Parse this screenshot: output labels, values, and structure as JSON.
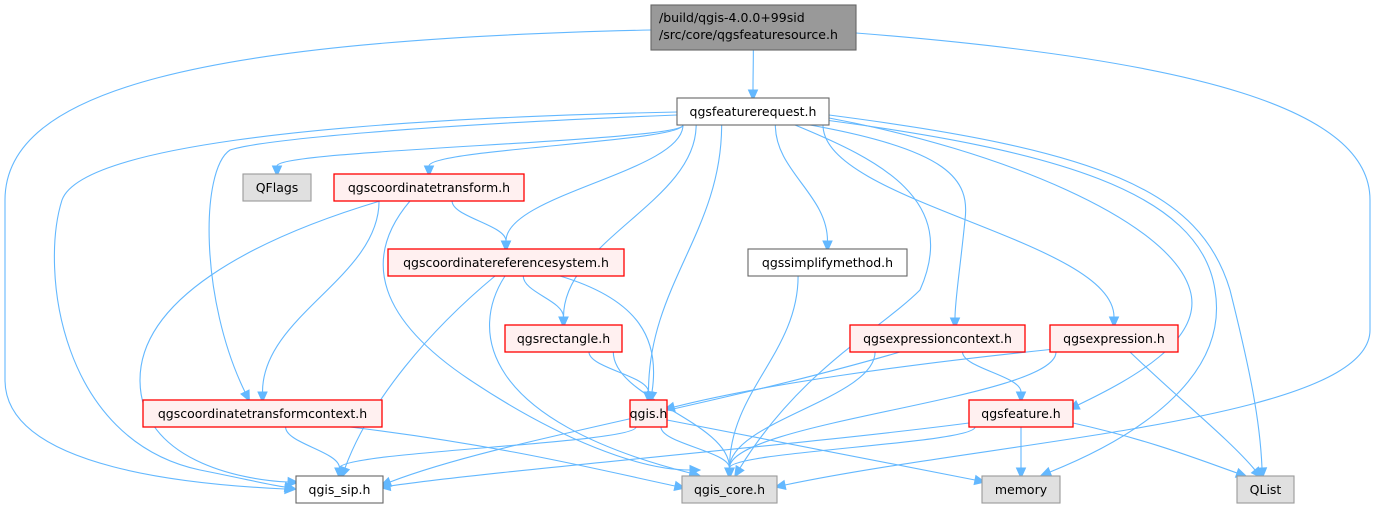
{
  "diagram": {
    "type": "include-dependency-graph",
    "colors": {
      "edge": "#63b8ff",
      "root_fill": "#999999",
      "root_border": "#666666",
      "plain_fill": "#ffffff",
      "plain_border": "#666666",
      "red_fill": "#fff0f0",
      "red_border": "#ff0000",
      "external_fill": "#e0e0e0",
      "external_border": "#999999"
    },
    "nodes": [
      {
        "id": "root",
        "label": "/build/qgis-4.0.0+99sid\n/src/core/qgsfeaturesource.h",
        "style": "root"
      },
      {
        "id": "qgsfeaturerequest",
        "label": "qgsfeaturerequest.h",
        "style": "plain"
      },
      {
        "id": "qflags",
        "label": "QFlags",
        "style": "external"
      },
      {
        "id": "qgscoordinatetransform",
        "label": "qgscoordinatetransform.h",
        "style": "red"
      },
      {
        "id": "qgscoordinatereferencesystem",
        "label": "qgscoordinatereferencesystem.h",
        "style": "red"
      },
      {
        "id": "qgssimplifymethod",
        "label": "qgssimplifymethod.h",
        "style": "plain"
      },
      {
        "id": "qgsrectangle",
        "label": "qgsrectangle.h",
        "style": "red"
      },
      {
        "id": "qgsexpressioncontext",
        "label": "qgsexpressioncontext.h",
        "style": "red"
      },
      {
        "id": "qgsexpression",
        "label": "qgsexpression.h",
        "style": "red"
      },
      {
        "id": "qgscoordinatetransformcontext",
        "label": "qgscoordinatetransformcontext.h",
        "style": "red"
      },
      {
        "id": "qgis",
        "label": "qgis.h",
        "style": "red"
      },
      {
        "id": "qgsfeature",
        "label": "qgsfeature.h",
        "style": "red"
      },
      {
        "id": "qgis_sip",
        "label": "qgis_sip.h",
        "style": "plain"
      },
      {
        "id": "qgis_core",
        "label": "qgis_core.h",
        "style": "external"
      },
      {
        "id": "memory",
        "label": "memory",
        "style": "external"
      },
      {
        "id": "qlist",
        "label": "QList",
        "style": "external"
      }
    ],
    "edges": [
      [
        "root",
        "qgsfeaturerequest"
      ],
      [
        "root",
        "qgis_sip"
      ],
      [
        "root",
        "qgis_core"
      ],
      [
        "qgsfeaturerequest",
        "qflags"
      ],
      [
        "qgsfeaturerequest",
        "qgscoordinatetransform"
      ],
      [
        "qgsfeaturerequest",
        "qgscoordinatereferencesystem"
      ],
      [
        "qgsfeaturerequest",
        "qgssimplifymethod"
      ],
      [
        "qgsfeaturerequest",
        "qgsrectangle"
      ],
      [
        "qgsfeaturerequest",
        "qgis"
      ],
      [
        "qgsfeaturerequest",
        "qgsexpressioncontext"
      ],
      [
        "qgsfeaturerequest",
        "qgsexpression"
      ],
      [
        "qgsfeaturerequest",
        "qgscoordinatetransformcontext"
      ],
      [
        "qgsfeaturerequest",
        "qgsfeature"
      ],
      [
        "qgsfeaturerequest",
        "qgis_sip"
      ],
      [
        "qgsfeaturerequest",
        "qgis_core"
      ],
      [
        "qgsfeaturerequest",
        "memory"
      ],
      [
        "qgsfeaturerequest",
        "qlist"
      ],
      [
        "qgscoordinatetransform",
        "qgscoordinatereferencesystem"
      ],
      [
        "qgscoordinatetransform",
        "qgscoordinatetransformcontext"
      ],
      [
        "qgscoordinatetransform",
        "qgis_sip"
      ],
      [
        "qgscoordinatetransform",
        "qgis_core"
      ],
      [
        "qgscoordinatereferencesystem",
        "qgsrectangle"
      ],
      [
        "qgscoordinatereferencesystem",
        "qgis"
      ],
      [
        "qgscoordinatereferencesystem",
        "qgis_sip"
      ],
      [
        "qgscoordinatereferencesystem",
        "qgis_core"
      ],
      [
        "qgssimplifymethod",
        "qgis_core"
      ],
      [
        "qgsrectangle",
        "qgis"
      ],
      [
        "qgsrectangle",
        "qgis_core"
      ],
      [
        "qgsexpressioncontext",
        "qgsfeature"
      ],
      [
        "qgsexpressioncontext",
        "qgis_sip"
      ],
      [
        "qgsexpressioncontext",
        "qgis_core"
      ],
      [
        "qgsexpression",
        "qgis"
      ],
      [
        "qgsexpression",
        "qgis_core"
      ],
      [
        "qgsexpression",
        "qlist"
      ],
      [
        "qgscoordinatetransformcontext",
        "qgis_sip"
      ],
      [
        "qgscoordinatetransformcontext",
        "qgis_core"
      ],
      [
        "qgis",
        "qgis_sip"
      ],
      [
        "qgis",
        "qgis_core"
      ],
      [
        "qgis",
        "memory"
      ],
      [
        "qgsfeature",
        "qgis_sip"
      ],
      [
        "qgsfeature",
        "qgis_core"
      ],
      [
        "qgsfeature",
        "memory"
      ],
      [
        "qgsfeature",
        "qlist"
      ]
    ]
  }
}
